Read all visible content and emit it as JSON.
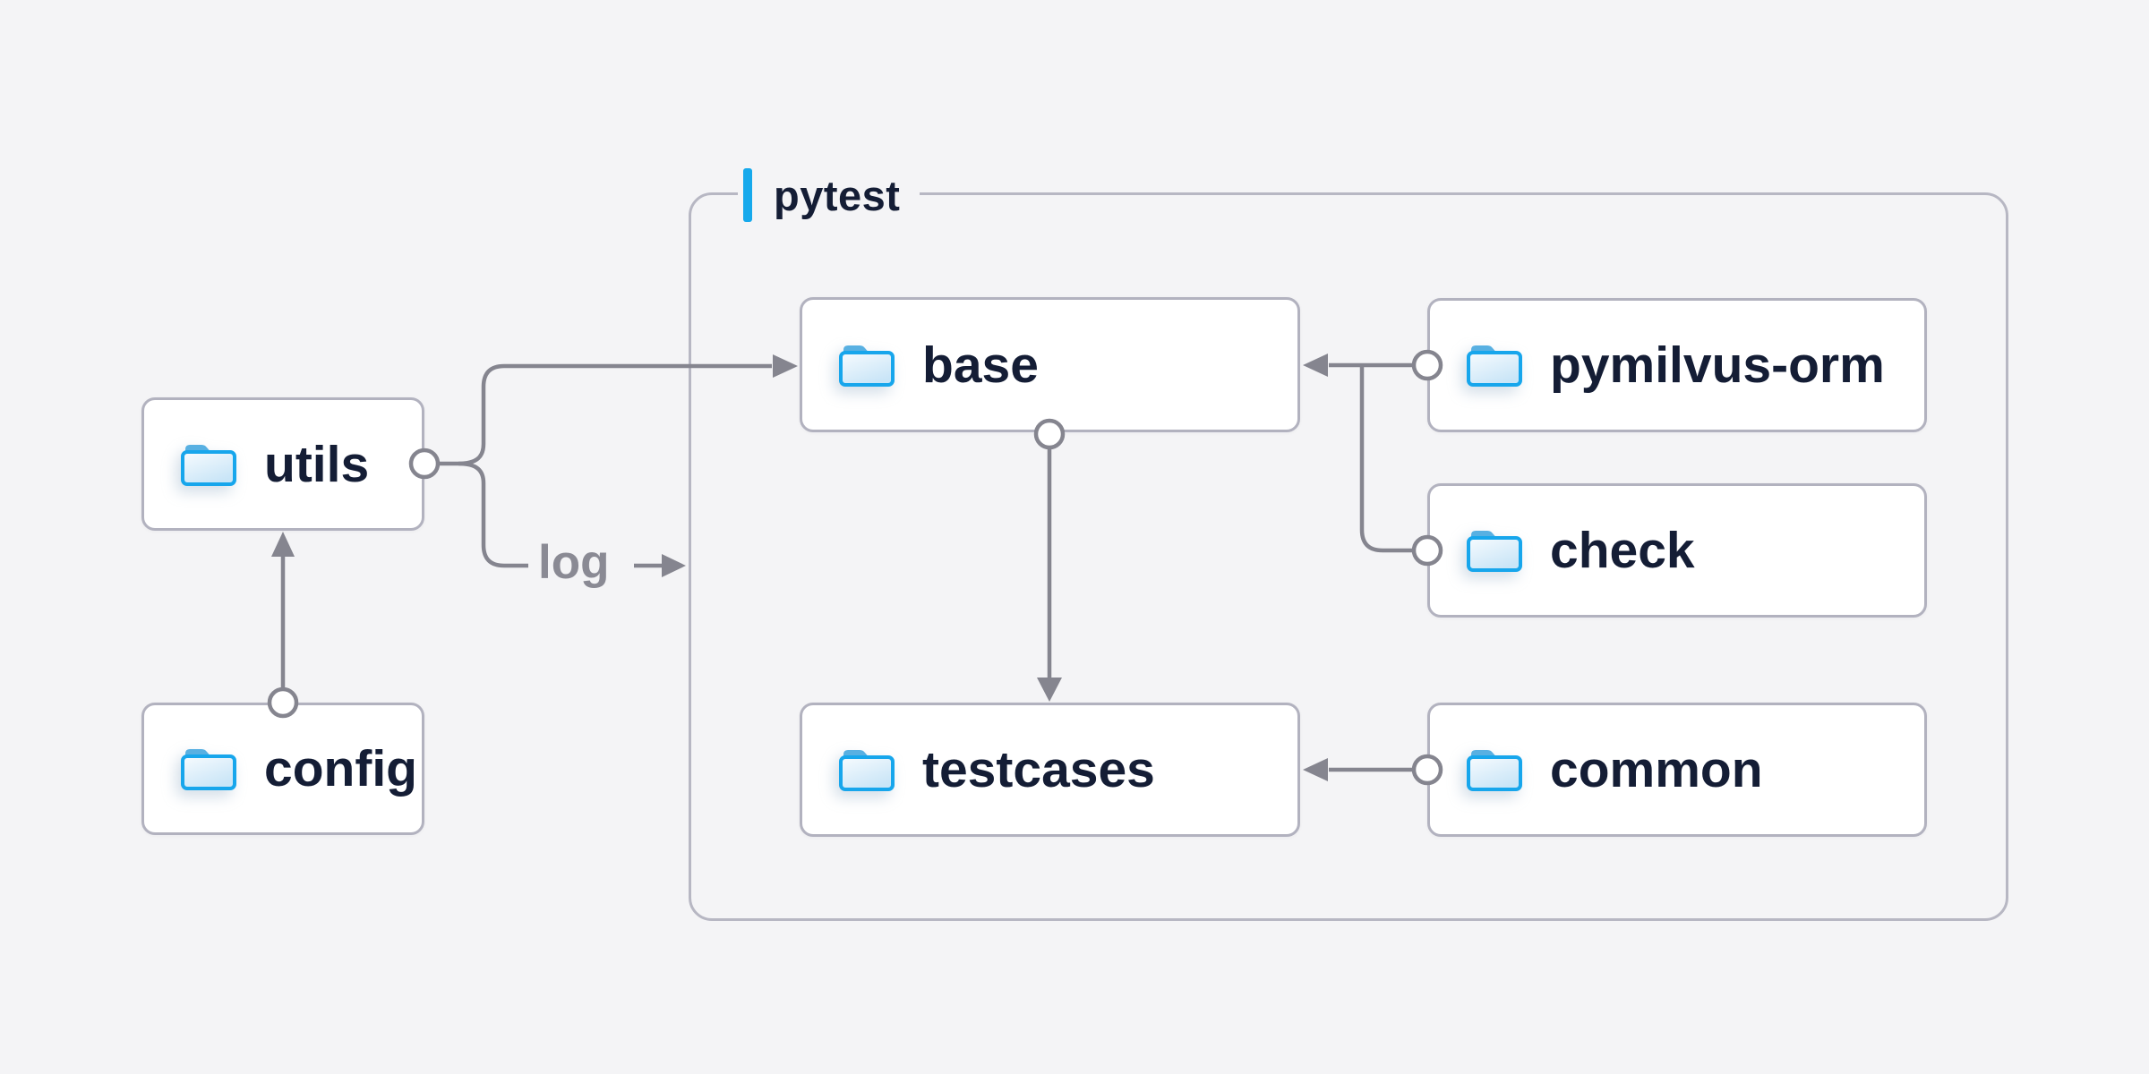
{
  "diagram": {
    "group": {
      "label": "pytest"
    },
    "nodes": {
      "utils": {
        "label": "utils"
      },
      "config": {
        "label": "config"
      },
      "base": {
        "label": "base"
      },
      "testcases": {
        "label": "testcases"
      },
      "pymilvus_orm": {
        "label": "pymilvus-orm"
      },
      "check": {
        "label": "check"
      },
      "common": {
        "label": "common"
      }
    },
    "edge_label": "log",
    "edges": [
      {
        "from": "config",
        "to": "utils",
        "type": "arrow"
      },
      {
        "from": "utils",
        "to": "base",
        "type": "arrow"
      },
      {
        "from": "utils",
        "to": "pytest-group",
        "type": "arrow",
        "label": "log"
      },
      {
        "from": "base",
        "to": "testcases",
        "type": "arrow"
      },
      {
        "from": "pymilvus_orm",
        "to": "base",
        "type": "arrow"
      },
      {
        "from": "check",
        "to": "base",
        "type": "arrow"
      },
      {
        "from": "common",
        "to": "testcases",
        "type": "arrow"
      }
    ],
    "colors": {
      "background": "#f4f4f6",
      "accent_blue": "#16a9ec",
      "folder_stroke": "#17a6ec",
      "folder_tab": "#58b0e2",
      "line_gray": "#85858f",
      "edge_text_gray": "#8a8a94",
      "node_text": "#141d35",
      "card_border": "#b2b2bf",
      "group_border": "#b7b7c3",
      "card_background": "#ffffff"
    }
  }
}
